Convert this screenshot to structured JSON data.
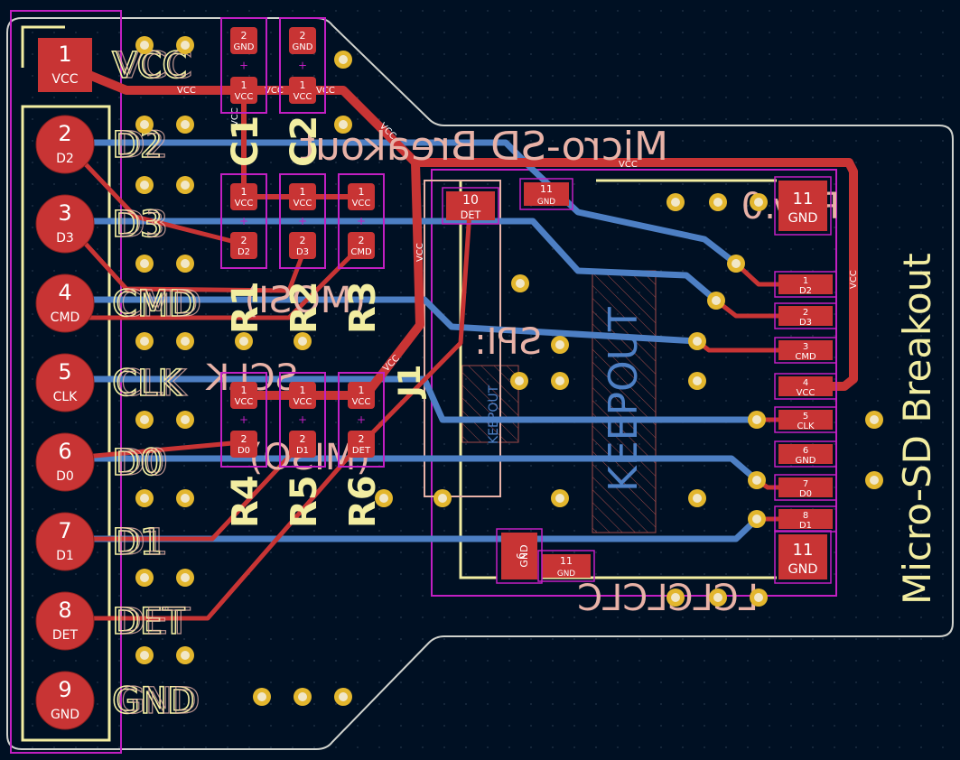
{
  "colors": {
    "background": "#001023",
    "grid": "#23344a",
    "outline": "#d0d2cd",
    "top_copper": "#c83434",
    "bottom_copper": "#4d7fc4",
    "silk_top": "#f2eda1",
    "silk_bottom": "#e8b2a7",
    "courtyard": "#c21fc2",
    "pad_text": "#ffffff",
    "via_ring": "#e3b62d",
    "via_hole": "#f1e7c8"
  },
  "header_pins": [
    {
      "num": "1",
      "label": "VCC"
    },
    {
      "num": "2",
      "label": "D2"
    },
    {
      "num": "3",
      "label": "D3"
    },
    {
      "num": "4",
      "label": "CMD"
    },
    {
      "num": "5",
      "label": "CLK"
    },
    {
      "num": "6",
      "label": "D0"
    },
    {
      "num": "7",
      "label": "D1"
    },
    {
      "num": "8",
      "label": "DET"
    },
    {
      "num": "9",
      "label": "GND"
    }
  ],
  "silk_pin_labels": [
    "VCC",
    "D2",
    "D3",
    "CMD",
    "CLK",
    "D0",
    "D1",
    "DET",
    "GND"
  ],
  "capacitors": [
    {
      "ref": "C1",
      "pad1_num": "1",
      "pad1_net": "VCC",
      "pad2_num": "2",
      "pad2_net": "GND"
    },
    {
      "ref": "C2",
      "pad1_num": "1",
      "pad1_net": "VCC",
      "pad2_num": "2",
      "pad2_net": "GND"
    }
  ],
  "resistors_top": [
    {
      "ref": "R1",
      "pad1_num": "1",
      "pad1_net": "VCC",
      "pad2_num": "2",
      "pad2_net": "D2"
    },
    {
      "ref": "R2",
      "pad1_num": "1",
      "pad1_net": "VCC",
      "pad2_num": "2",
      "pad2_net": "D3"
    },
    {
      "ref": "R3",
      "pad1_num": "1",
      "pad1_net": "VCC",
      "pad2_num": "2",
      "pad2_net": "CMD"
    }
  ],
  "resistors_bottom": [
    {
      "ref": "R4",
      "pad1_num": "1",
      "pad1_net": "VCC",
      "pad2_num": "2",
      "pad2_net": "D0"
    },
    {
      "ref": "R5",
      "pad1_num": "1",
      "pad1_net": "VCC",
      "pad2_num": "2",
      "pad2_net": "D1"
    },
    {
      "ref": "R6",
      "pad1_num": "1",
      "pad1_net": "VCC",
      "pad2_num": "2",
      "pad2_net": "DET"
    }
  ],
  "sd_pads": [
    {
      "num": "1",
      "net": "D2"
    },
    {
      "num": "2",
      "net": "D3"
    },
    {
      "num": "3",
      "net": "CMD"
    },
    {
      "num": "4",
      "net": "VCC"
    },
    {
      "num": "5",
      "net": "CLK"
    },
    {
      "num": "6",
      "net": "GND"
    },
    {
      "num": "7",
      "net": "D0"
    },
    {
      "num": "8",
      "net": "D1"
    }
  ],
  "det_pad": {
    "num": "10",
    "net": "DET"
  },
  "gnd_pad_9": {
    "num": "9",
    "net": "GND"
  },
  "gnd_pad_11": {
    "num": "11",
    "net": "GND"
  },
  "j1_ref": "J1",
  "keepout_label": "KEEPOUT",
  "net_label_vcc": "VCC",
  "silk_bottom_texts": {
    "title": "Micro-SD Breakout",
    "rev": "Rev.0",
    "spi": "SPI:",
    "sclk": "SCLK",
    "mosi": "(MOSI)",
    "miso": "(MISO)",
    "lc_marks": "LCLCLCLC"
  },
  "silk_top_title": "Micro-SD Breakout"
}
